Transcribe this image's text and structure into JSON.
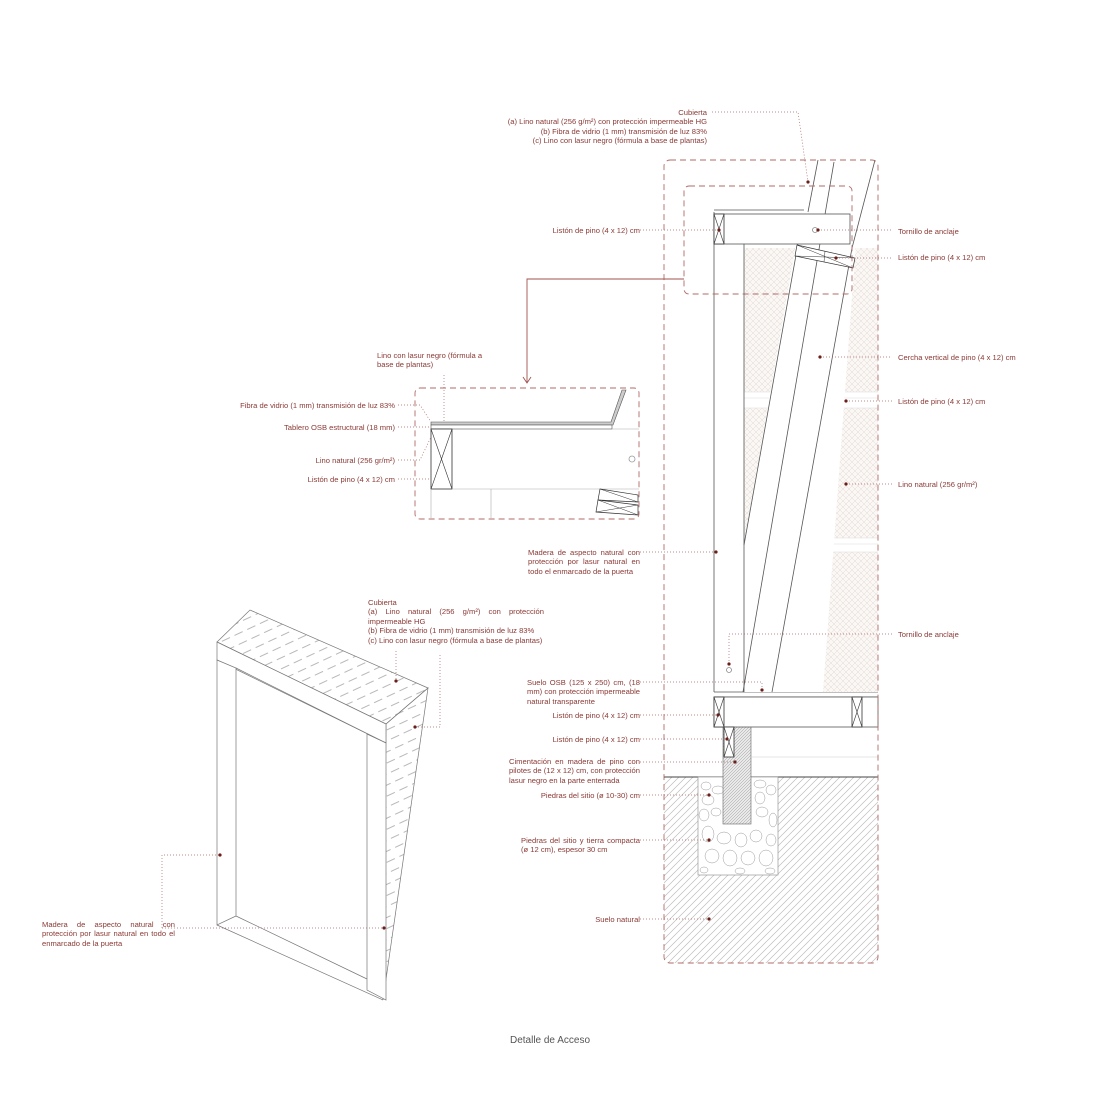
{
  "caption": "Detalle de Acceso",
  "colors": {
    "annotation": "#8a3a36",
    "dashed_frame": "#b06a66",
    "line": "#555555",
    "hatch": "#bbbbbb"
  },
  "section": {
    "cubierta": {
      "title": "Cubierta",
      "a": "(a) Lino natural (256 g/m²) con protección impermeable HG",
      "b": "(b) Fibra de vidrio (1 mm) transmisión de luz 83%",
      "c": "(c) Lino con lasur negro (fórmula a base de plantas)"
    },
    "left": {
      "liston_top": "Listón de pino (4 x 12) cm",
      "madera": "Madera de aspecto natural con protección por lasur natural en todo el enmarcado de la puerta",
      "suelo_osb": "Suelo OSB (125 x 250) cm, (18 mm) con protección impermeable natural transparente",
      "liston_1": "Listón de pino (4 x 12) cm",
      "liston_2": "Listón de pino (4 x 12) cm",
      "cimentacion": "Cimentación en madera de pino con pilotes de (12 x 12) cm, con protección lasur negro en la parte enterrada",
      "piedras": "Piedras del sitio (ø 10-30) cm",
      "piedras_tierra": "Piedras del sitio y tierra compacta (ø 12 cm), espesor 30 cm",
      "suelo_natural": "Suelo natural"
    },
    "right": {
      "tornillo_top": "Tornillo de anclaje",
      "liston_top": "Listón de pino (4 x 12) cm",
      "cercha": "Cercha vertical de pino (4 x 12) cm",
      "liston_mid": "Listón de pino (4 x 12) cm",
      "lino": "Lino natural (256 gr/m²)",
      "tornillo_bottom": "Tornillo de anclaje"
    }
  },
  "detail": {
    "lino_lasur": "Lino con lasur negro (fórmula a base de plantas)",
    "fibra": "Fibra de vidrio (1 mm) transmisión de luz 83%",
    "tablero": "Tablero OSB estructural (18 mm)",
    "lino_natural": "Lino natural (256 gr/m²)",
    "liston": "Listón de pino (4 x 12) cm"
  },
  "axonometric": {
    "cubierta_title": "Cubierta",
    "cubierta_a": "(a) Lino natural (256 g/m²) con protección impermeable HG",
    "cubierta_b": "(b) Fibra de vidrio (1 mm) transmisión de luz 83%",
    "cubierta_c": "(c) Lino con lasur negro (fórmula a base de plantas)",
    "madera": "Madera de aspecto natural con protección por lasur natural en todo el enmarcado de la puerta"
  }
}
